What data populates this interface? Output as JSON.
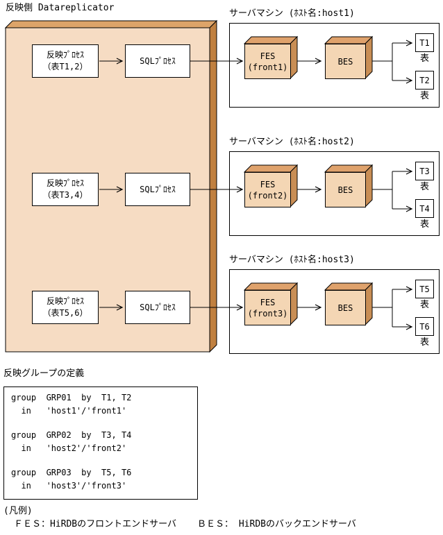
{
  "title": "反映側 Datareplicator",
  "colors": {
    "slab_face": "#F6DCC3",
    "slab_top": "#DDA469",
    "slab_right": "#C08040",
    "box_face": "#F4D6B4",
    "box_top": "#DFA26C",
    "box_right": "#C98E55",
    "line": "#000000"
  },
  "replicator": {
    "rows": [
      {
        "process_line1": "反映ﾌﾟﾛｾｽ",
        "process_line2": "（表T1,2）",
        "sql_label": "SQLﾌﾟﾛｾｽ"
      },
      {
        "process_line1": "反映ﾌﾟﾛｾｽ",
        "process_line2": "（表T3,4）",
        "sql_label": "SQLﾌﾟﾛｾｽ"
      },
      {
        "process_line1": "反映ﾌﾟﾛｾｽ",
        "process_line2": "（表T5,6）",
        "sql_label": "SQLﾌﾟﾛｾｽ"
      }
    ]
  },
  "servers": [
    {
      "label": "サーバマシン (ﾎｽﾄ名:host1)",
      "fes_line1": "FES",
      "fes_line2": "(front1)",
      "bes_label": "BES",
      "tables": [
        {
          "name": "T1",
          "caption": "表"
        },
        {
          "name": "T2",
          "caption": "表"
        }
      ]
    },
    {
      "label": "サーバマシン (ﾎｽﾄ名:host2)",
      "fes_line1": "FES",
      "fes_line2": "(front2)",
      "bes_label": "BES",
      "tables": [
        {
          "name": "T3",
          "caption": "表"
        },
        {
          "name": "T4",
          "caption": "表"
        }
      ]
    },
    {
      "label": "サーバマシン (ﾎｽﾄ名:host3)",
      "fes_line1": "FES",
      "fes_line2": "(front3)",
      "bes_label": "BES",
      "tables": [
        {
          "name": "T5",
          "caption": "表"
        },
        {
          "name": "T6",
          "caption": "表"
        }
      ]
    }
  ],
  "group_definition": {
    "heading": "反映グループの定義",
    "entries": [
      {
        "line1": "group  GRP01  by  T1, T2",
        "line2": "  in   'host1'/'front1'"
      },
      {
        "line1": "group  GRP02  by  T3, T4",
        "line2": "  in   'host2'/'front2'"
      },
      {
        "line1": "group  GRP03  by  T5, T6",
        "line2": "  in   'host3'/'front3'"
      }
    ]
  },
  "legend": {
    "heading": "(凡例)",
    "fes": "ＦＥＳ：HiRDBのフロントエンドサーバ",
    "bes": "ＢＥＳ： HiRDBのバックエンドサーバ"
  }
}
